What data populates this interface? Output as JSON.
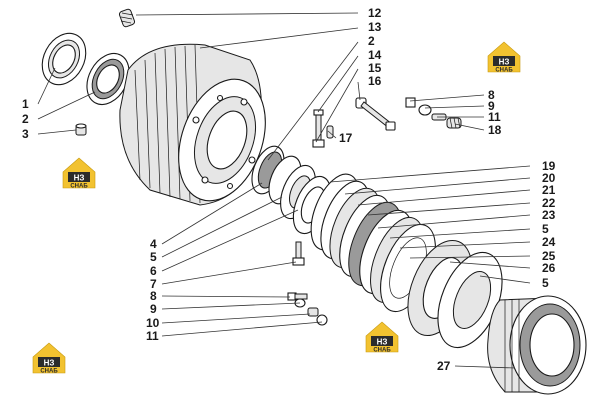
{
  "callouts": {
    "c1": "1",
    "c2": "2",
    "c3": "3",
    "c12": "12",
    "c13": "13",
    "c2b": "2",
    "c14": "14",
    "c15": "15",
    "c16": "16",
    "c17": "17",
    "c8r": "8",
    "c9r": "9",
    "c11r": "11",
    "c18": "18",
    "c19": "19",
    "c20": "20",
    "c21": "21",
    "c22": "22",
    "c23": "23",
    "c5a": "5",
    "c24": "24",
    "c25": "25",
    "c26": "26",
    "c5b": "5",
    "c4": "4",
    "c5l": "5",
    "c6": "6",
    "c7": "7",
    "c8l": "8",
    "c9l": "9",
    "c10": "10",
    "c11l": "11",
    "c27": "27"
  },
  "logo": {
    "mark": "НЗ",
    "sub": "СНАБ"
  },
  "colors": {
    "logo_yellow": "#f2c230",
    "logo_dark": "#2b2b2b",
    "line": "#333333"
  }
}
